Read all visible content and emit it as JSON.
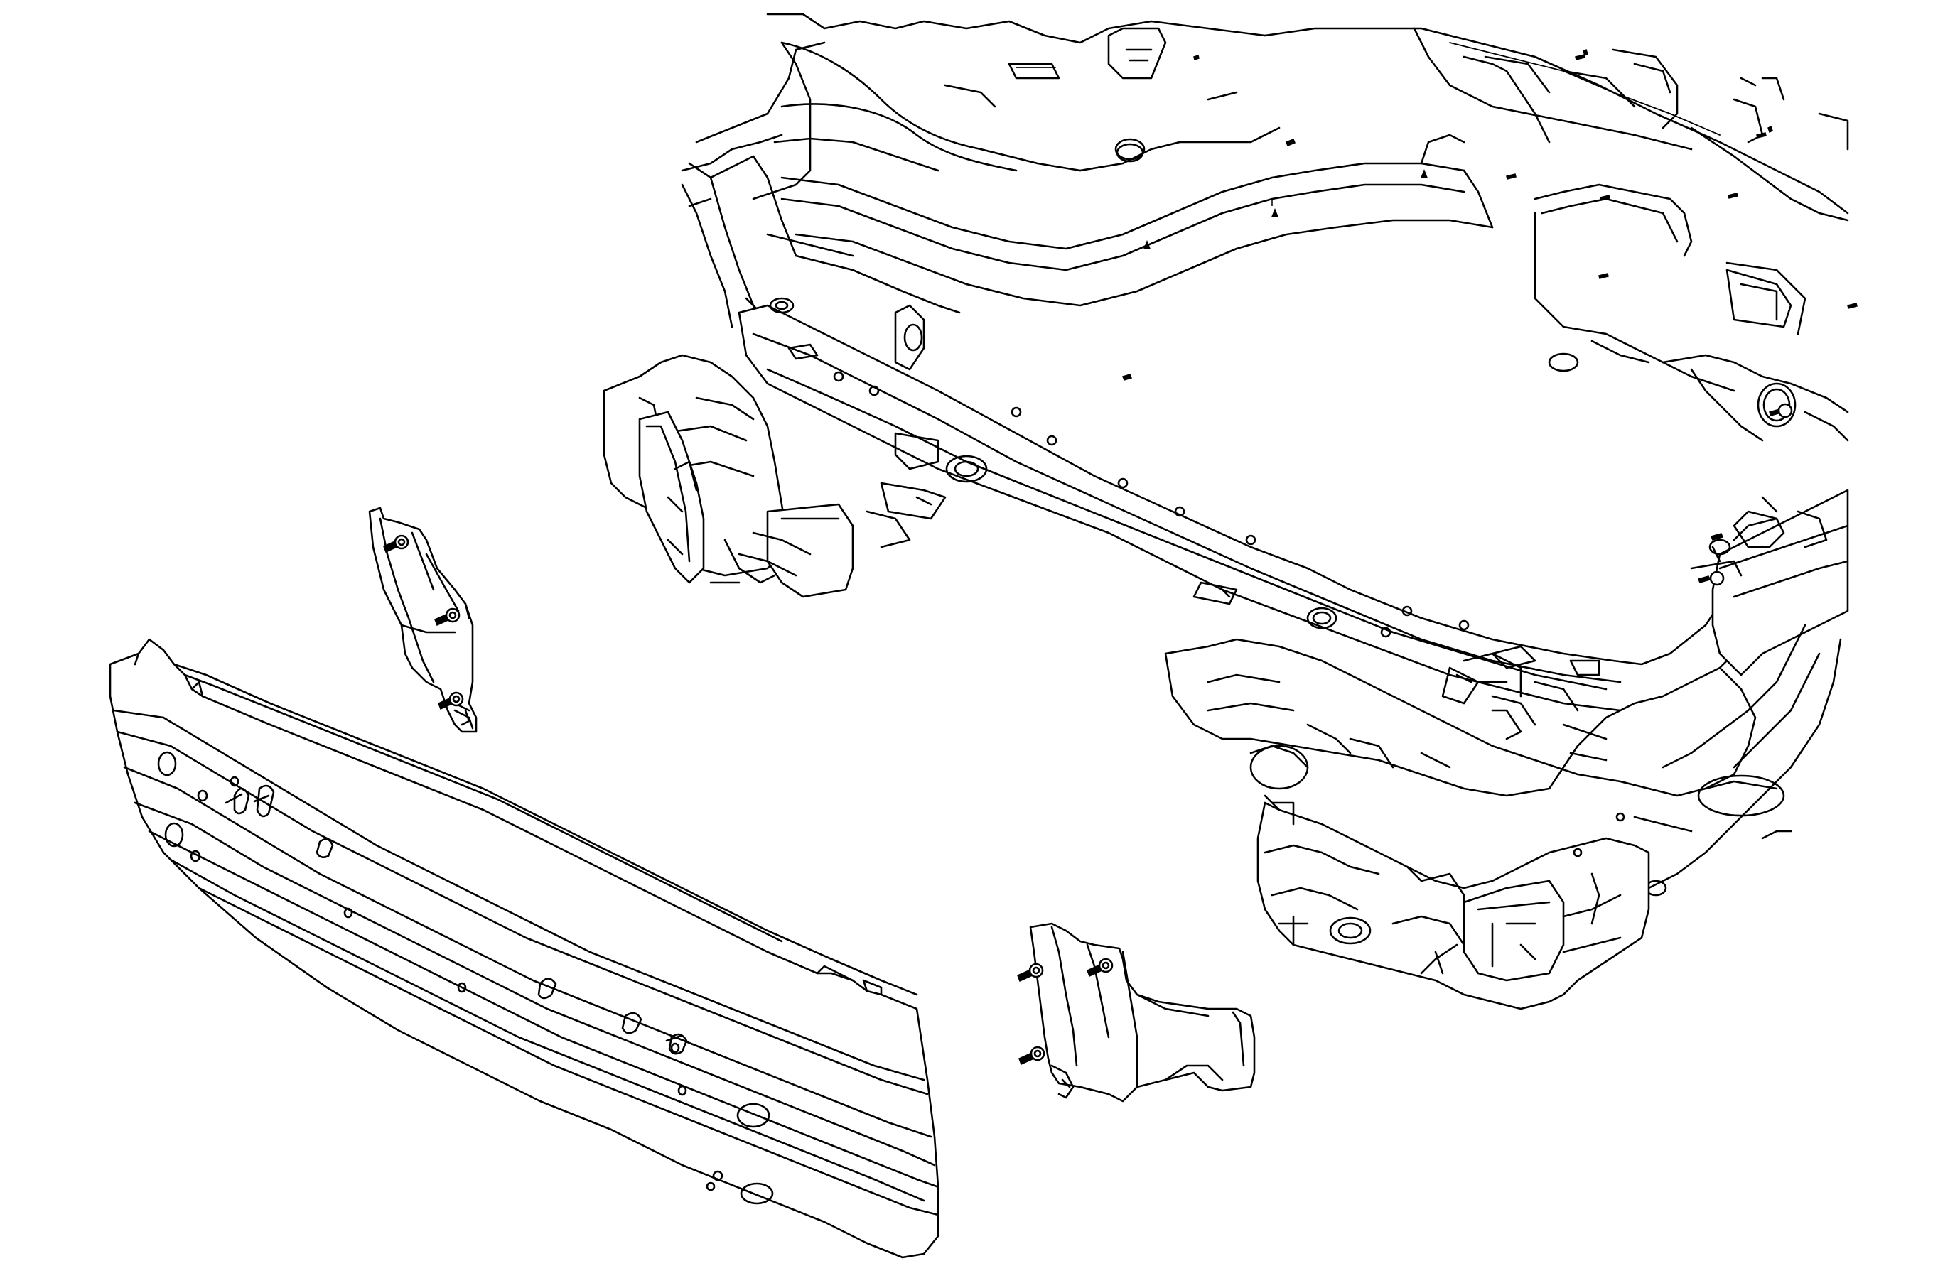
{
  "diagram": {
    "components": [
      "bumper-reinforcement-bar",
      "left-bumper-bracket",
      "right-bumper-bracket",
      "vehicle-body-front-structure"
    ]
  }
}
